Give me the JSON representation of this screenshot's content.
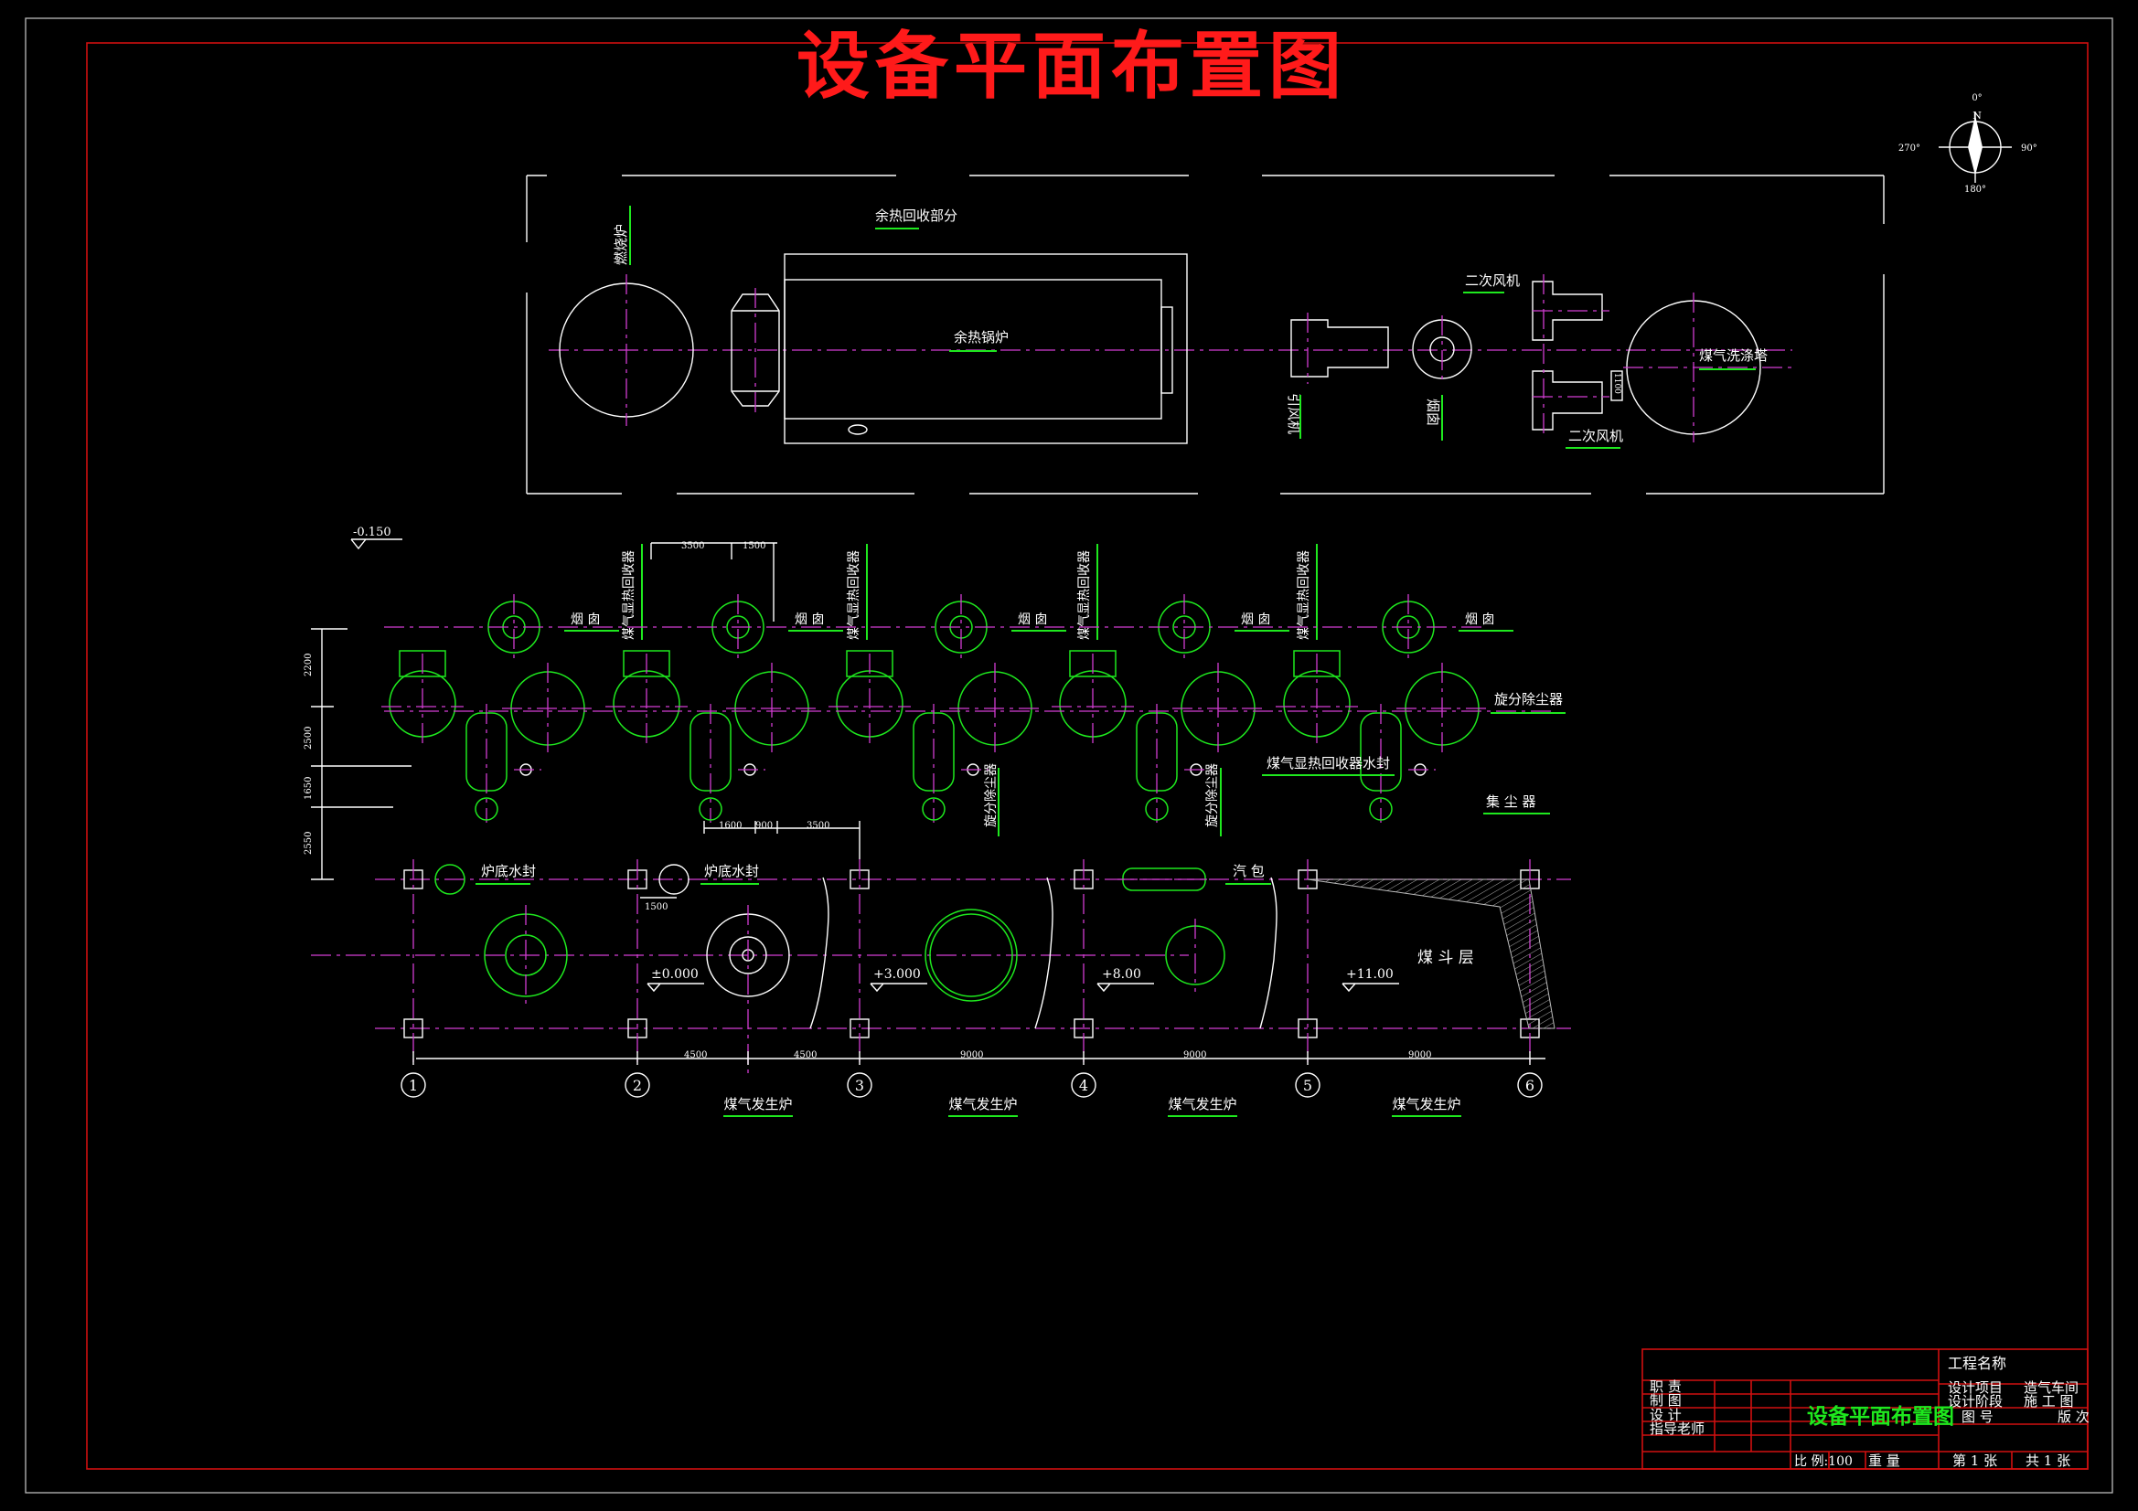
{
  "title": "设备平面布置图",
  "compass": {
    "north": "0°",
    "east": "90°",
    "south": "180°",
    "west": "270°",
    "n_letter": "N"
  },
  "upper_plan": {
    "boiler_section": "余热回收部分",
    "waste_heat_boiler": "余热锅炉",
    "incinerator": "燃烧炉",
    "induced_fan": "引风机",
    "chimney": "烟囱",
    "secondary_fan_top": "二次风机",
    "secondary_fan_bottom": "二次风机",
    "scrubber": "煤气洗涤塔",
    "dim_1100": "1100"
  },
  "lower_plan": {
    "elev_top": "-0.150",
    "chimney_labels": [
      "烟 囱",
      "烟 囱",
      "烟 囱",
      "烟 囱",
      "烟 囱"
    ],
    "recovery_labels": [
      "煤气显热回收器",
      "煤气显热回收器",
      "煤气显热回收器",
      "煤气显热回收器"
    ],
    "cyclone_right": "旋分除尘器",
    "cyclone_vertical": [
      "旋分除尘器",
      "旋分除尘器"
    ],
    "seal_label": "煤气显热回收器水封",
    "dust_collector": "集 尘 器",
    "furnace_seal": [
      "炉底水封",
      "炉底水封"
    ],
    "steam_drum": "汽 包",
    "coal_floor": "煤 斗 层",
    "elevations": [
      "±0.000",
      "+3.000",
      "+8.00",
      "+11.00"
    ],
    "dims_top": [
      "3500",
      "1500"
    ],
    "dims_left": [
      "2200",
      "2500",
      "1650",
      "2550"
    ],
    "dims_mid": [
      "1600",
      "900",
      "3500"
    ],
    "dim_1500": "1500",
    "dims_bottom": [
      "4500",
      "4500",
      "9000",
      "9000",
      "9000"
    ],
    "axes": [
      "1",
      "2",
      "3",
      "4",
      "5",
      "6"
    ],
    "gasifier_labels": [
      "煤气发生炉",
      "煤气发生炉",
      "煤气发生炉",
      "煤气发生炉"
    ]
  },
  "title_block": {
    "project_name": "工程名称",
    "design_item": "设计项目",
    "workshop": "造气车间",
    "design_stage": "设计阶段",
    "construction": "施 工 图",
    "drawing_title": "设备平面布置图",
    "drawing_no": "图    号",
    "version": "版 次",
    "roles": [
      "职    责",
      "制    图",
      "设    计",
      "指导老师"
    ],
    "scale": "比 例:100",
    "weight": "重 量",
    "sheet": "第 1 张",
    "total": "共 1 张"
  }
}
